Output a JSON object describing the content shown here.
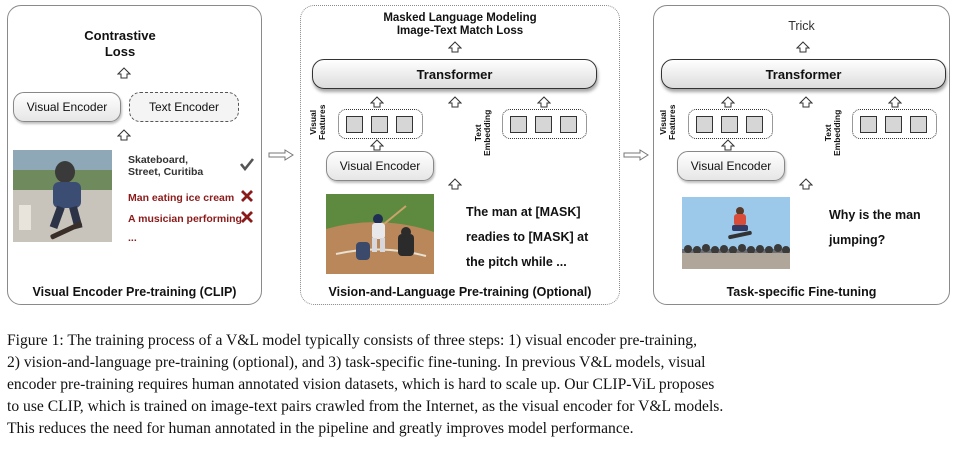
{
  "panel1": {
    "loss_line1": "Contrastive",
    "loss_line2": "Loss",
    "visual_encoder": "Visual Encoder",
    "text_encoder": "Text Encoder",
    "captions": [
      {
        "line1": "Skateboard,",
        "line2": "Street, Curitiba",
        "status": "check"
      },
      {
        "line1": "Man eating ice cream",
        "status": "cross"
      },
      {
        "line1": "A musician performing",
        "status": "cross"
      },
      {
        "line1": "..."
      }
    ],
    "title": "Visual Encoder Pre-training (CLIP)"
  },
  "panel2": {
    "top_line1": "Masked Language Modeling",
    "top_line2": "Image-Text Match Loss",
    "transformer": "Transformer",
    "visual_features": "Visual\nFeatures",
    "text_embedding": "Text\nEmbedding",
    "visual_encoder": "Visual Encoder",
    "text_lines": [
      "The man at [MASK]",
      "readies to [MASK] at",
      "the pitch while ..."
    ],
    "title": "Vision-and-Language Pre-training (Optional)"
  },
  "panel3": {
    "top": "Trick",
    "transformer": "Transformer",
    "visual_features": "Visual\nFeatures",
    "text_embedding": "Text\nEmbedding",
    "visual_encoder": "Visual Encoder",
    "text_lines": [
      "Why is the man",
      "jumping?"
    ],
    "title": "Task-specific Fine-tuning"
  },
  "caption_lines": [
    "Figure 1: The training process of a V&L model typically consists of three steps: 1) visual encoder pre-training,",
    "2) vision-and-language pre-training (optional), and 3) task-specific fine-tuning. In previous V&L models, visual",
    "encoder pre-training requires human annotated vision datasets, which is hard to scale up. Our CLIP-ViL proposes",
    "to use CLIP, which is trained on image-text pairs crawled from the Internet, as the visual encoder for V&L models.",
    "This reduces the need for human annotated in the pipeline and greatly improves model performance."
  ],
  "colors": {
    "check": "#555555",
    "cross": "#8b1a1a",
    "wrong_text": "#8b1a1a"
  }
}
